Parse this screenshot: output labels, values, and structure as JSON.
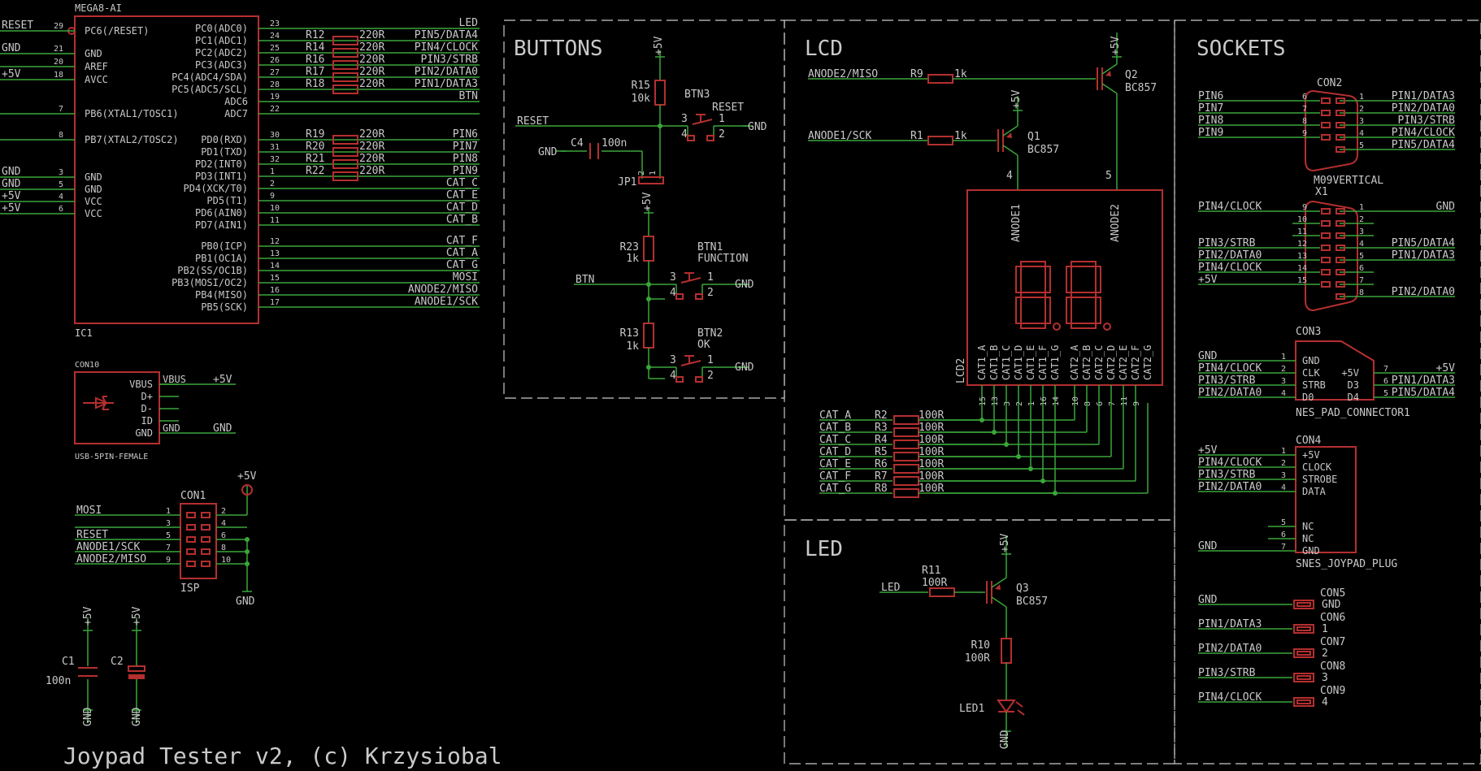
{
  "title": "Joypad Tester v2, (c) Krzysiobal",
  "sections": {
    "buttons": "BUTTONS",
    "lcd": "LCD",
    "led": "LED",
    "sockets": "SOCKETS"
  },
  "ic1": {
    "name": "MEGA8-AI",
    "ref": "IC1",
    "pins_left": [
      {
        "net": "RESET",
        "num": "29",
        "label": "PC6(/RESET)"
      },
      {
        "net": "GND",
        "num": "21",
        "label": "GND"
      },
      {
        "net": "",
        "num": "20",
        "label": "AREF"
      },
      {
        "net": "+5V",
        "num": "18",
        "label": "AVCC"
      },
      {
        "net": "",
        "num": "7",
        "label": "PB6(XTAL1/TOSC1)"
      },
      {
        "net": "",
        "num": "8",
        "label": "PB7(XTAL2/TOSC2)"
      },
      {
        "net": "GND",
        "num": "3",
        "label": "GND"
      },
      {
        "net": "GND",
        "num": "5",
        "label": "GND"
      },
      {
        "net": "+5V",
        "num": "4",
        "label": "VCC"
      },
      {
        "net": "+5V",
        "num": "6",
        "label": "VCC"
      }
    ],
    "pins_right": [
      {
        "label": "PC0(ADC0)",
        "num": "23",
        "res": "",
        "val": "",
        "net": "LED"
      },
      {
        "label": "PC1(ADC1)",
        "num": "24",
        "res": "R12",
        "val": "220R",
        "net": "PIN5/DATA4"
      },
      {
        "label": "PC2(ADC2)",
        "num": "25",
        "res": "R14",
        "val": "220R",
        "net": "PIN4/CLOCK"
      },
      {
        "label": "PC3(ADC3)",
        "num": "26",
        "res": "R16",
        "val": "220R",
        "net": "PIN3/STRB"
      },
      {
        "label": "PC4(ADC4/SDA)",
        "num": "27",
        "res": "R17",
        "val": "220R",
        "net": "PIN2/DATA0"
      },
      {
        "label": "PC5(ADC5/SCL)",
        "num": "28",
        "res": "R18",
        "val": "220R",
        "net": "PIN1/DATA3"
      },
      {
        "label": "ADC6",
        "num": "19",
        "res": "",
        "val": "",
        "net": "BTN"
      },
      {
        "label": "ADC7",
        "num": "22",
        "res": "",
        "val": "",
        "net": ""
      },
      {
        "label": "PD0(RXD)",
        "num": "30",
        "res": "R19",
        "val": "220R",
        "net": "PIN6"
      },
      {
        "label": "PD1(TXD)",
        "num": "31",
        "res": "R20",
        "val": "220R",
        "net": "PIN7"
      },
      {
        "label": "PD2(INT0)",
        "num": "32",
        "res": "R21",
        "val": "220R",
        "net": "PIN8"
      },
      {
        "label": "PD3(INT1)",
        "num": "1",
        "res": "R22",
        "val": "220R",
        "net": "PIN9"
      },
      {
        "label": "PD4(XCK/T0)",
        "num": "2",
        "res": "",
        "val": "",
        "net": "CAT_C"
      },
      {
        "label": "PD5(T1)",
        "num": "9",
        "res": "",
        "val": "",
        "net": "CAT_E"
      },
      {
        "label": "PD6(AIN0)",
        "num": "10",
        "res": "",
        "val": "",
        "net": "CAT_D"
      },
      {
        "label": "PD7(AIN1)",
        "num": "11",
        "res": "",
        "val": "",
        "net": "CAT_B"
      },
      {
        "label": "PB0(ICP)",
        "num": "12",
        "res": "",
        "val": "",
        "net": "CAT_F"
      },
      {
        "label": "PB1(OC1A)",
        "num": "13",
        "res": "",
        "val": "",
        "net": "CAT_A"
      },
      {
        "label": "PB2(SS/OC1B)",
        "num": "14",
        "res": "",
        "val": "",
        "net": "CAT_G"
      },
      {
        "label": "PB3(MOSI/OC2)",
        "num": "15",
        "res": "",
        "val": "",
        "net": "MOSI"
      },
      {
        "label": "PB4(MISO)",
        "num": "16",
        "res": "",
        "val": "",
        "net": "ANODE2/MISO"
      },
      {
        "label": "PB5(SCK)",
        "num": "17",
        "res": "",
        "val": "",
        "net": "ANODE1/SCK"
      }
    ]
  },
  "usb": {
    "ref": "CON10",
    "name": "USB-5PIN-FEMALE",
    "pins": [
      "VBUS",
      "D+",
      "D-",
      "ID",
      "GND"
    ],
    "nets": [
      "+5V",
      "GND"
    ]
  },
  "isp": {
    "ref": "CON1",
    "name": "ISP",
    "nets": [
      "MOSI",
      "RESET",
      "ANODE1/SCK",
      "ANODE2/MISO"
    ],
    "left": [
      "1",
      "3",
      "5",
      "7",
      "9"
    ],
    "right": [
      "2",
      "4",
      "6",
      "8",
      "10"
    ],
    "plus": "+5V",
    "gnd": "GND"
  },
  "caps": {
    "c1": "C1",
    "c1v": "100n",
    "c2": "C2",
    "plus": "+5V",
    "gnd": "GND"
  },
  "buttons": {
    "r15": "R15",
    "r15v": "10k",
    "btn3": "BTN3",
    "btn3n": "RESET",
    "reset": "RESET",
    "gnd": "GND",
    "c4": "C4",
    "c4v": "100n",
    "jp1": "JP1",
    "r23": "R23",
    "r23v": "1k",
    "btn1": "BTN1",
    "btn1n": "FUNCTION",
    "btn": "BTN",
    "r13": "R13",
    "r13v": "1k",
    "btn2": "BTN2",
    "btn2n": "OK",
    "plus": "+5V",
    "p1": "1",
    "p2": "2",
    "p3": "3",
    "p4": "4"
  },
  "lcd": {
    "anode2": "ANODE2/MISO",
    "r9": "R9",
    "r9v": "1k",
    "q2": "Q2",
    "q2v": "BC857",
    "anode1": "ANODE1/SCK",
    "r1": "R1",
    "r1v": "1k",
    "q1": "Q1",
    "q1v": "BC857",
    "plus": "+5V",
    "pin4": "4",
    "pin5": "5",
    "a1": "ANODE1",
    "a2": "ANODE2",
    "ref": "LCD2",
    "cats": [
      "CAT1_A",
      "CAT1_B",
      "CAT1_C",
      "CAT1_D",
      "CAT1_E",
      "CAT1_F",
      "CAT1_G",
      "CAT2_A",
      "CAT2_B",
      "CAT2_C",
      "CAT2_D",
      "CAT2_E",
      "CAT2_F",
      "CAT2_G"
    ],
    "catpins": [
      "15",
      "13",
      "3",
      "2",
      "1",
      "16",
      "14",
      "10",
      "8",
      "6",
      "7",
      "11",
      "9"
    ],
    "nets": [
      "CAT_A",
      "CAT_B",
      "CAT_C",
      "CAT_D",
      "CAT_E",
      "CAT_F",
      "CAT_G"
    ],
    "rs": [
      "R2",
      "R3",
      "R4",
      "R5",
      "R6",
      "R7",
      "R8"
    ],
    "rv": "100R"
  },
  "led": {
    "led": "LED",
    "r11": "R11",
    "r11v": "100R",
    "q3": "Q3",
    "q3v": "BC857",
    "r10": "R10",
    "r10v": "100R",
    "led1": "LED1",
    "plus": "+5V",
    "gnd": "GND"
  },
  "sockets": {
    "con2": "CON2",
    "con2n": "M09VERTICAL",
    "con2l": [
      {
        "n": "PIN6",
        "p": "6"
      },
      {
        "n": "PIN7",
        "p": "7"
      },
      {
        "n": "PIN8",
        "p": "8"
      },
      {
        "n": "PIN9",
        "p": "9"
      }
    ],
    "con2r": [
      {
        "p": "1",
        "n": "PIN1/DATA3"
      },
      {
        "p": "2",
        "n": "PIN2/DATA0"
      },
      {
        "p": "3",
        "n": "PIN3/STRB"
      },
      {
        "p": "4",
        "n": "PIN4/CLOCK"
      },
      {
        "p": "5",
        "n": "PIN5/DATA4"
      }
    ],
    "x1": "X1",
    "x1l": [
      {
        "n": "PIN4/CLOCK",
        "p": "9"
      },
      {
        "n": "",
        "p": "10"
      },
      {
        "n": "",
        "p": "11"
      },
      {
        "n": "PIN3/STRB",
        "p": "12"
      },
      {
        "n": "PIN2/DATA0",
        "p": "13"
      },
      {
        "n": "PIN4/CLOCK",
        "p": "14"
      },
      {
        "n": "+5V",
        "p": "15"
      }
    ],
    "x1r": [
      {
        "p": "1",
        "n": "GND"
      },
      {
        "p": "2",
        "n": ""
      },
      {
        "p": "3",
        "n": ""
      },
      {
        "p": "4",
        "n": "PIN5/DATA4"
      },
      {
        "p": "5",
        "n": "PIN1/DATA3"
      },
      {
        "p": "6",
        "n": ""
      },
      {
        "p": "7",
        "n": ""
      },
      {
        "p": "8",
        "n": "PIN2/DATA0"
      }
    ],
    "nes": "CON3",
    "nesn": "NES_PAD_CONNECTOR1",
    "nesl": [
      {
        "n": "GND",
        "p": "1",
        "s": "GND"
      },
      {
        "n": "PIN4/CLOCK",
        "p": "2",
        "s": "CLK"
      },
      {
        "n": "PIN3/STRB",
        "p": "3",
        "s": "STRB"
      },
      {
        "n": "PIN2/DATA0",
        "p": "4",
        "s": "D0"
      }
    ],
    "nesr": [
      {
        "s": "+5V",
        "p": "7",
        "n": "+5V"
      },
      {
        "s": "D3",
        "p": "6",
        "n": "PIN1/DATA3"
      },
      {
        "s": "D4",
        "p": "5",
        "n": "PIN5/DATA4"
      }
    ],
    "snes": "CON4",
    "snesn": "SNES_JOYPAD_PLUG",
    "snesl": [
      {
        "n": "+5V",
        "p": "1",
        "s": "+5V"
      },
      {
        "n": "PIN4/CLOCK",
        "p": "2",
        "s": "CLOCK"
      },
      {
        "n": "PIN3/STRB",
        "p": "3",
        "s": "STROBE"
      },
      {
        "n": "PIN2/DATA0",
        "p": "4",
        "s": "DATA"
      },
      {
        "n": "",
        "p": "5",
        "s": "NC"
      },
      {
        "n": "",
        "p": "6",
        "s": "NC"
      },
      {
        "n": "GND",
        "p": "7",
        "s": "GND"
      }
    ],
    "singles": [
      {
        "n": "GND",
        "c": "CON5",
        "p": "GND"
      },
      {
        "n": "PIN1/DATA3",
        "c": "CON6",
        "p": "1"
      },
      {
        "n": "PIN2/DATA0",
        "c": "CON7",
        "p": "2"
      },
      {
        "n": "PIN3/STRB",
        "c": "CON8",
        "p": "3"
      },
      {
        "n": "PIN4/CLOCK",
        "c": "CON9",
        "p": "4"
      }
    ]
  }
}
